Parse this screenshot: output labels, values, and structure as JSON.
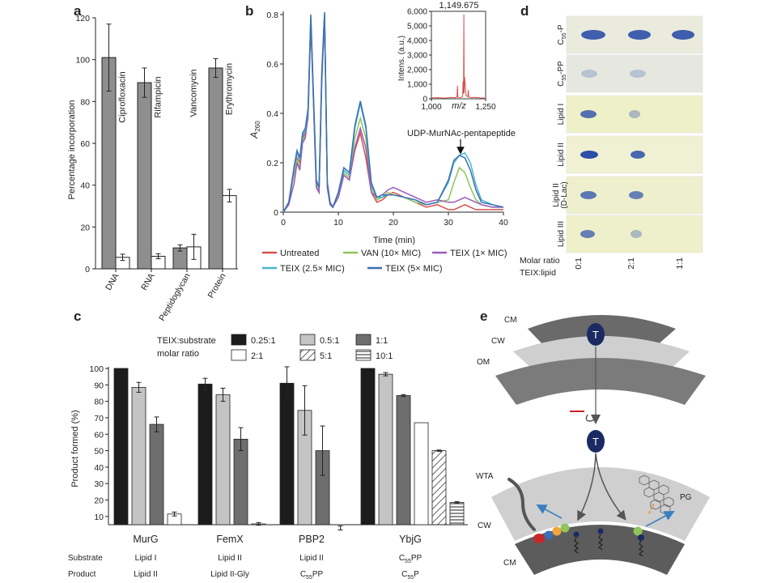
{
  "panels": {
    "a": "a",
    "b": "b",
    "c": "c",
    "d": "d",
    "e": "e"
  },
  "colors": {
    "bar_a": "#8e8e8e",
    "c_025": "#1c1c1c",
    "c_05": "#c4c4c4",
    "c_1": "#6e6e6e",
    "untreated": "#d6504b",
    "van": "#8fc45b",
    "teix1": "#9a5cb8",
    "teix25": "#4ab6cc",
    "teix5": "#3a6fb6",
    "membrane": "#6a6a6a",
    "wall": "#c8c8c8",
    "teix_mol": "#1b2a63"
  },
  "chart_data": [
    {
      "panel": "a",
      "type": "bar",
      "ylabel": "Percentage incorporation",
      "ylim": [
        0,
        120
      ],
      "yticks": [
        0,
        20,
        40,
        60,
        80,
        100,
        120
      ],
      "categories": [
        "DNA",
        "RNA",
        "Peptidoglycan",
        "Protein"
      ],
      "antibiotics": [
        "Ciprofloxacin",
        "Rifampicin",
        "Vancomycin",
        "Erythromycin"
      ],
      "series": [
        {
          "values": [
            101,
            89,
            10,
            96
          ],
          "errors": [
            16,
            7,
            1.5,
            4.5
          ]
        },
        {
          "values": [
            5.5,
            6,
            10.5,
            35
          ],
          "errors": [
            1.5,
            1.2,
            6,
            3
          ]
        }
      ]
    },
    {
      "panel": "b",
      "type": "line",
      "ylabel": "A260",
      "xlabel": "Time (min)",
      "xlim": [
        0,
        40
      ],
      "ylim": [
        0,
        0.8
      ],
      "xticks": [
        0,
        10,
        20,
        30,
        40
      ],
      "yticks": [
        0,
        0.2,
        0.4,
        0.6,
        0.8
      ],
      "annotation": "UDP-MurNAc-pentapeptide",
      "series": [
        {
          "name": "Untreated",
          "color": "#d6504b",
          "x": [
            0,
            1,
            2,
            2.5,
            3,
            3.5,
            4,
            4.5,
            5,
            6,
            6.5,
            7,
            7.5,
            8,
            8.5,
            9,
            10,
            11,
            12,
            13,
            14,
            15,
            16,
            17,
            18,
            19,
            20,
            22,
            24,
            26,
            28,
            30,
            31,
            32,
            33,
            34,
            35,
            36,
            38,
            40
          ],
          "y": [
            0,
            0.04,
            0.16,
            0.22,
            0.2,
            0.3,
            0.32,
            0.4,
            0.78,
            0.1,
            0.08,
            0.55,
            0.8,
            0.1,
            0.03,
            0.02,
            0.06,
            0.15,
            0.13,
            0.25,
            0.32,
            0.22,
            0.08,
            0.04,
            0.05,
            0.07,
            0.08,
            0.06,
            0.04,
            0.02,
            0.03,
            0.01,
            0.01,
            0.02,
            0.03,
            0.02,
            0.01,
            0.01,
            0.01,
            0.01
          ]
        },
        {
          "name": "VAN (10× MIC)",
          "color": "#8fc45b",
          "x": [
            0,
            1,
            2,
            2.5,
            3,
            3.5,
            4,
            4.5,
            5,
            6,
            6.5,
            7,
            7.5,
            8,
            8.5,
            9,
            10,
            11,
            12,
            13,
            14,
            15,
            16,
            17,
            18,
            19,
            20,
            22,
            24,
            26,
            28,
            30,
            31,
            32,
            33,
            34,
            35,
            36,
            38,
            40
          ],
          "y": [
            0,
            0.04,
            0.17,
            0.21,
            0.18,
            0.29,
            0.31,
            0.38,
            0.76,
            0.12,
            0.09,
            0.52,
            0.78,
            0.11,
            0.04,
            0.02,
            0.07,
            0.16,
            0.14,
            0.3,
            0.38,
            0.3,
            0.1,
            0.05,
            0.06,
            0.08,
            0.07,
            0.06,
            0.04,
            0.03,
            0.04,
            0.05,
            0.12,
            0.18,
            0.16,
            0.1,
            0.05,
            0.03,
            0.02,
            0.02
          ]
        },
        {
          "name": "TEIX (1× MIC)",
          "color": "#9a5cb8",
          "x": [
            0,
            1,
            2,
            2.5,
            3,
            3.5,
            4,
            4.5,
            5,
            6,
            6.5,
            7,
            7.5,
            8,
            8.5,
            9,
            10,
            11,
            12,
            13,
            14,
            15,
            16,
            17,
            18,
            19,
            20,
            22,
            24,
            26,
            28,
            30,
            31,
            32,
            33,
            34,
            35,
            36,
            38,
            40
          ],
          "y": [
            0,
            0.03,
            0.12,
            0.2,
            0.17,
            0.28,
            0.3,
            0.39,
            0.77,
            0.1,
            0.08,
            0.54,
            0.79,
            0.1,
            0.03,
            0.02,
            0.06,
            0.15,
            0.13,
            0.26,
            0.34,
            0.26,
            0.08,
            0.06,
            0.07,
            0.09,
            0.1,
            0.08,
            0.06,
            0.04,
            0.05,
            0.04,
            0.04,
            0.05,
            0.06,
            0.05,
            0.04,
            0.03,
            0.02,
            0.02
          ]
        },
        {
          "name": "TEIX (2.5× MIC)",
          "color": "#4ab6cc",
          "x": [
            0,
            1,
            2,
            2.5,
            3,
            3.5,
            4,
            4.5,
            5,
            6,
            6.5,
            7,
            7.5,
            8,
            8.5,
            9,
            10,
            11,
            12,
            13,
            14,
            15,
            16,
            17,
            18,
            19,
            20,
            22,
            24,
            26,
            28,
            30,
            31,
            32,
            33,
            34,
            35,
            36,
            38,
            40
          ],
          "y": [
            0,
            0.04,
            0.18,
            0.24,
            0.21,
            0.31,
            0.33,
            0.41,
            0.79,
            0.13,
            0.1,
            0.56,
            0.8,
            0.12,
            0.04,
            0.02,
            0.08,
            0.17,
            0.15,
            0.34,
            0.44,
            0.34,
            0.11,
            0.06,
            0.06,
            0.07,
            0.07,
            0.06,
            0.05,
            0.03,
            0.04,
            0.12,
            0.2,
            0.23,
            0.24,
            0.2,
            0.11,
            0.05,
            0.03,
            0.02
          ]
        },
        {
          "name": "TEIX (5× MIC)",
          "color": "#3a6fb6",
          "x": [
            0,
            1,
            2,
            2.5,
            3,
            3.5,
            4,
            4.5,
            5,
            6,
            6.5,
            7,
            7.5,
            8,
            8.5,
            9,
            10,
            11,
            12,
            13,
            14,
            15,
            16,
            17,
            18,
            19,
            20,
            22,
            24,
            26,
            28,
            30,
            31,
            32,
            33,
            34,
            35,
            36,
            38,
            40
          ],
          "y": [
            0,
            0.04,
            0.19,
            0.25,
            0.22,
            0.32,
            0.34,
            0.42,
            0.8,
            0.13,
            0.1,
            0.57,
            0.81,
            0.12,
            0.04,
            0.02,
            0.08,
            0.18,
            0.16,
            0.35,
            0.45,
            0.35,
            0.12,
            0.06,
            0.07,
            0.07,
            0.07,
            0.06,
            0.05,
            0.03,
            0.04,
            0.13,
            0.21,
            0.23,
            0.22,
            0.17,
            0.09,
            0.04,
            0.03,
            0.02
          ]
        }
      ]
    },
    {
      "panel": "b-inset",
      "type": "line",
      "ylabel": "Intens. (a.u.)",
      "xlabel": "m/z",
      "xlim": [
        1000,
        1250
      ],
      "ylim": [
        0,
        6000
      ],
      "xtick_labels": [
        "1,000",
        "1,250"
      ],
      "ytick_labels": [
        "0",
        "1,000",
        "2,000",
        "3,000",
        "4,000",
        "5,000",
        "6,000"
      ],
      "yticks": [
        0,
        1000,
        2000,
        3000,
        4000,
        5000,
        6000
      ],
      "peak_label": "1,149.675",
      "x": [
        1000,
        1030,
        1060,
        1090,
        1110,
        1118,
        1120,
        1122,
        1135,
        1144,
        1146,
        1148,
        1149.7,
        1151,
        1153,
        1160,
        1168,
        1170,
        1172,
        1185,
        1200,
        1225,
        1250
      ],
      "y": [
        60,
        80,
        50,
        90,
        70,
        120,
        900,
        100,
        90,
        150,
        1200,
        350,
        5800,
        400,
        1500,
        200,
        150,
        600,
        120,
        80,
        100,
        60,
        40
      ]
    },
    {
      "panel": "c",
      "type": "bar",
      "ylabel": "Product formed (%)",
      "ylim": [
        10,
        100
      ],
      "yticks": [
        10,
        20,
        30,
        40,
        50,
        60,
        70,
        80,
        90,
        100
      ],
      "legend_title": [
        "TEIX:substrate",
        "molar ratio"
      ],
      "categories": [
        "MurG",
        "FemX",
        "PBP2",
        "YbjG"
      ],
      "series": [
        {
          "name": "0.25:1",
          "values": [
            100,
            90.5,
            91,
            100
          ],
          "errors": [
            0,
            3.5,
            10,
            0
          ]
        },
        {
          "name": "0.5:1",
          "values": [
            88.5,
            84,
            74.5,
            96.5
          ],
          "errors": [
            3,
            4,
            15,
            1
          ]
        },
        {
          "name": "1:1",
          "values": [
            66,
            57,
            50,
            83.5
          ],
          "errors": [
            4.5,
            7,
            15,
            0.6
          ]
        },
        {
          "name": "2:1",
          "values": [
            11.5,
            5.5,
            3,
            67
          ],
          "errors": [
            1.2,
            0.8,
            1.2,
            0
          ]
        },
        {
          "name": "5:1",
          "values": [
            null,
            null,
            null,
            50
          ],
          "errors": [
            0,
            0,
            0,
            0.4
          ]
        },
        {
          "name": "10:1",
          "values": [
            null,
            null,
            null,
            18.5
          ],
          "errors": [
            0,
            0,
            0,
            0.5
          ]
        }
      ]
    }
  ],
  "panel_a": {
    "ytick_labels": [
      "0",
      "20",
      "40",
      "60",
      "80",
      "100",
      "120"
    ]
  },
  "panel_b": {
    "ytick_labels": [
      "0",
      "0.2",
      "0.4",
      "0.6",
      "0.8"
    ],
    "xtick_labels": [
      "0",
      "10",
      "20",
      "30",
      "40"
    ],
    "ylabel_main": "A",
    "ylabel_sub": "260",
    "xlabel": "Time (min)",
    "annotation": "UDP-MurNAc-pentapeptide",
    "legend": [
      "Untreated",
      "VAN (10× MIC)",
      "TEIX (1× MIC)",
      "TEIX (2.5× MIC)",
      "TEIX (5× MIC)"
    ]
  },
  "panel_c": {
    "ytick_labels": [
      "10",
      "20",
      "30",
      "40",
      "50",
      "60",
      "70",
      "80",
      "90",
      "100"
    ],
    "legend_title_1": "TEIX:substrate",
    "legend_title_2": "molar ratio",
    "legend": [
      "0.25:1",
      "0.5:1",
      "1:1",
      "2:1",
      "5:1",
      "10:1"
    ],
    "substrate_label": "Substrate",
    "product_label": "Product",
    "substrates": [
      {
        "main": "Lipid I",
        "sub": "",
        "rest": ""
      },
      {
        "main": "Lipid II",
        "sub": "",
        "rest": ""
      },
      {
        "main": "Lipid II",
        "sub": "",
        "rest": ""
      },
      {
        "main": "C",
        "sub": "55",
        "rest": "PP"
      }
    ],
    "products": [
      {
        "main": "Lipid II",
        "sub": "",
        "rest": ""
      },
      {
        "main": "Lipid II-Gly",
        "sub": "",
        "rest": ""
      },
      {
        "main": "C",
        "sub": "55",
        "rest": "PP"
      },
      {
        "main": "C",
        "sub": "55",
        "rest": "P"
      }
    ]
  },
  "panel_d": {
    "rows": [
      {
        "main": "C",
        "sub": "55",
        "rest": "-P"
      },
      {
        "main": "C",
        "sub": "55",
        "rest": "-PP"
      },
      {
        "main": "Lipid I",
        "sub": "",
        "rest": ""
      },
      {
        "main": "Lipid II",
        "sub": "",
        "rest": ""
      },
      {
        "main": "Lipid II",
        "sub": "",
        "rest": ""
      },
      {
        "main": "Lipid III",
        "sub": "",
        "rest": ""
      }
    ],
    "row5_line2": "(D-Lac)",
    "ratio_label_1": "Molar ratio",
    "ratio_label_2": "TEIX:lipid",
    "ratios": [
      "0:1",
      "2:1",
      "1:1"
    ]
  },
  "panel_e": {
    "CM": "CM",
    "CW": "CW",
    "OM": "OM",
    "WTA": "WTA",
    "PG": "PG",
    "teix_symbol": "T"
  }
}
